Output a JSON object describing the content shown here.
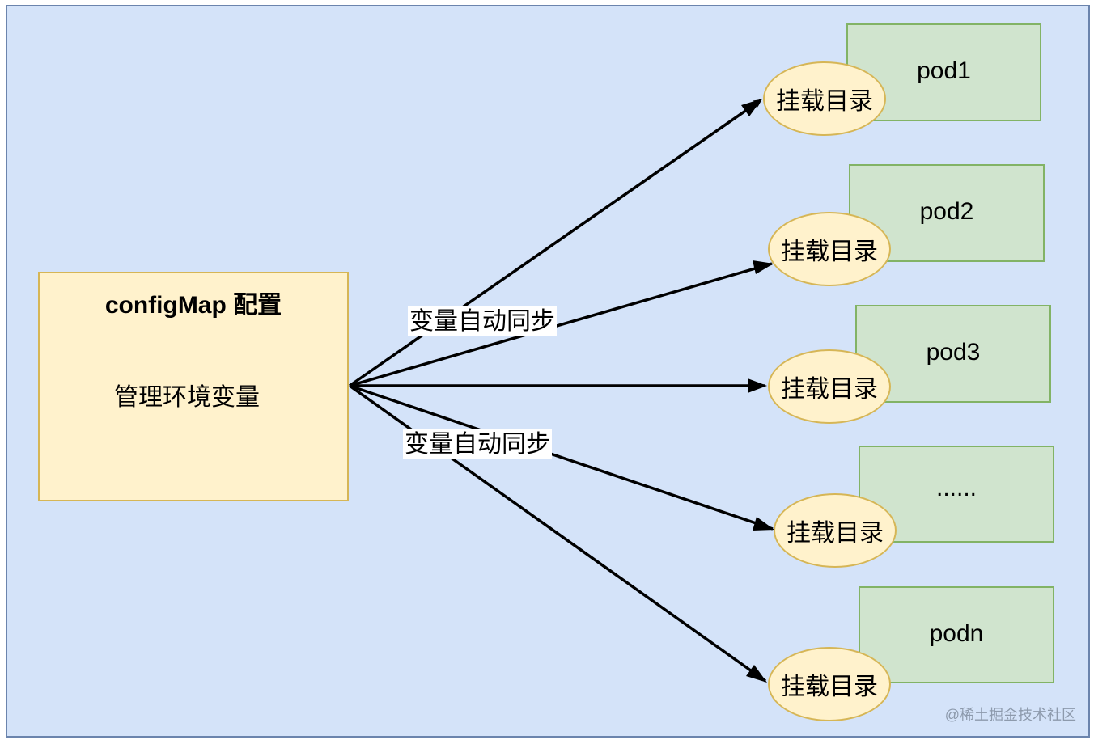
{
  "diagram": {
    "source": {
      "title": "configMap 配置",
      "subtitle": "管理环境变量"
    },
    "edge_labels": [
      "变量自动同步",
      "变量自动同步"
    ],
    "targets": [
      {
        "pod": "pod1",
        "mount": "挂载目录"
      },
      {
        "pod": "pod2",
        "mount": "挂载目录"
      },
      {
        "pod": "pod3",
        "mount": "挂载目录"
      },
      {
        "pod": "......",
        "mount": "挂载目录"
      },
      {
        "pod": "podn",
        "mount": "挂载目录"
      }
    ],
    "colors": {
      "background": "#d4e3f9",
      "background_border": "#6b84ad",
      "config_fill": "#fff2cc",
      "config_border": "#d6b656",
      "pod_fill": "#d0e4ce",
      "pod_border": "#82b366",
      "mount_fill": "#fff2cc",
      "mount_border": "#d6b656",
      "arrow": "#000000"
    }
  },
  "watermark": "@稀土掘金技术社区"
}
